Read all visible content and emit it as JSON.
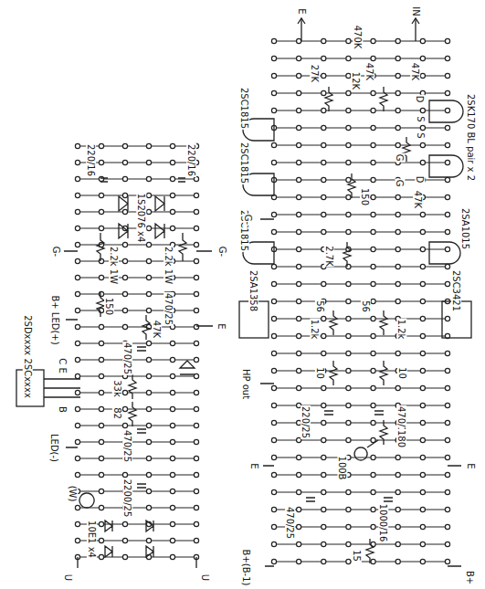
{
  "diagram": {
    "labels": [
      "220/16",
      "220/16",
      "1S2076 x4",
      "G-",
      "G-",
      "2.2k 1W",
      "2.2k 1W",
      "150",
      "470/25",
      "B+ LED(+)",
      "47K",
      "E",
      "2SDxxxx 2SCxxxx",
      "C E",
      "B",
      "470/25",
      "33k",
      "82",
      "LED(-)",
      "470/25",
      "2200/25",
      "(W)",
      "10E1 x4",
      "U",
      "U",
      "E",
      "IN",
      "470K",
      "27K",
      "12K",
      "47K",
      "47K",
      "2SK170 BL pair x 2",
      "D",
      "S",
      "S",
      "G",
      "G",
      "D",
      "2SC1815",
      "2SC1815",
      "2SC1815",
      "47K",
      "150",
      "G-",
      "2.7K",
      "2SA1015",
      "56",
      "56",
      "1.2k",
      "1.2k",
      "2SA1358",
      "2SC3421",
      "10",
      "10",
      "HP out",
      "220/25",
      "470/16",
      "180",
      "100B",
      "E",
      "E",
      "470/25",
      "1000/16",
      "15",
      "B+(B-1)",
      "B+"
    ]
  }
}
